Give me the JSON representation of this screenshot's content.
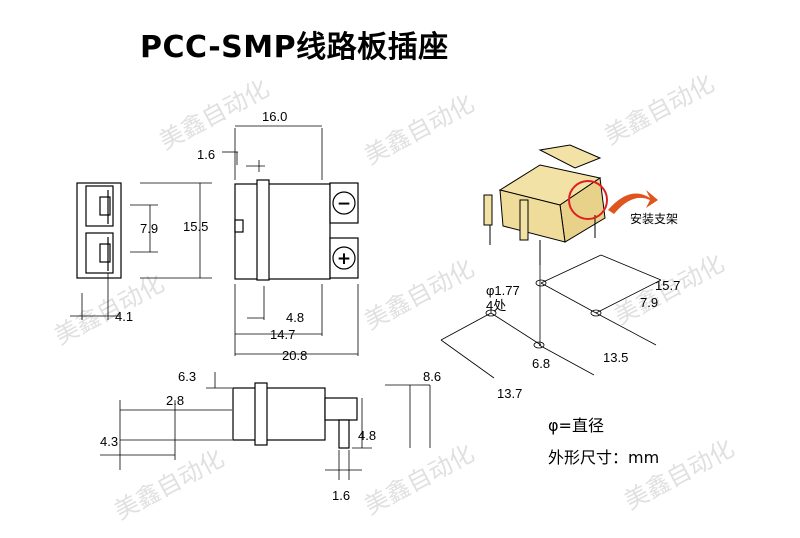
{
  "title": "PCC-SMP线路板插座",
  "watermark": "美鑫自动化",
  "colors": {
    "line": "#000000",
    "body_gray": "#bdbdbd",
    "body_dark": "#4a4a4a",
    "pin_yellow": "#f3e2a6",
    "highlight_red": "#e02020",
    "arrow_orange": "#e0541e"
  },
  "top_view": {
    "d_width": "16.0",
    "d_notch": "1.6",
    "d_height": "15.5",
    "d_spacing": "7.9",
    "d_pin_offset": "4.1",
    "d_pin_pos": "4.8",
    "d_body": "14.7",
    "d_total": "20.8",
    "minus_symbol": "−",
    "plus_symbol": "+"
  },
  "side_view": {
    "d_top": "6.3",
    "d_a": "2.8",
    "d_b": "4.3",
    "d_pin_len": "4.8",
    "d_overall": "8.6",
    "d_pin_w": "1.6"
  },
  "footprint": {
    "d_hole": "φ1.77",
    "d_hole_count": "4处",
    "d_a": "15.7",
    "d_b": "7.9",
    "d_c": "6.8",
    "d_d": "13.5",
    "d_e": "13.7"
  },
  "callout_label": "安装支架",
  "legend": {
    "phi_line": "φ=直径",
    "unit_line": "外形尺寸：mm"
  }
}
